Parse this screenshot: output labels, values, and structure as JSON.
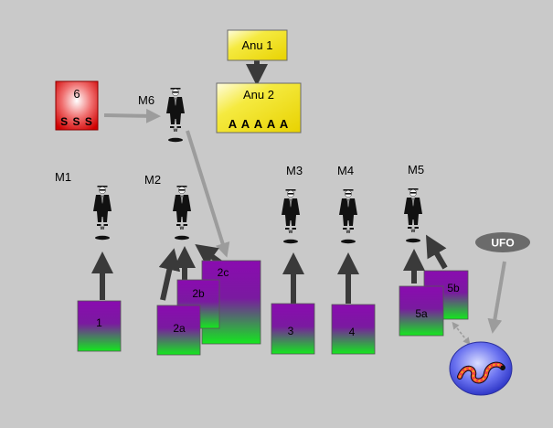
{
  "colors": {
    "background": "#c9c9c9",
    "dark_arrow": "#3a3a3a",
    "light_arrow": "#9c9c9c",
    "purple": "#8a0bb0",
    "green": "#14e81e",
    "yellow": "#f2e628",
    "red": "#e01010"
  },
  "top": {
    "anu1": "Anu 1",
    "anu2": "Anu 2",
    "anu2_marks": "A A A A A"
  },
  "six": {
    "number": "6",
    "marks": "S S S"
  },
  "figures": {
    "m6": "M6",
    "m1": "M1",
    "m2": "M2",
    "m3": "M3",
    "m4": "M4",
    "m5": "M5"
  },
  "boxes": {
    "b1": "1",
    "b2a": "2a",
    "b2b": "2b",
    "b2c": "2c",
    "b3": "3",
    "b4": "4",
    "b5a": "5a",
    "b5b": "5b"
  },
  "ufo": "UFO",
  "icons": {
    "figure": "man-in-black-icon",
    "planet": "snake-planet-icon"
  }
}
